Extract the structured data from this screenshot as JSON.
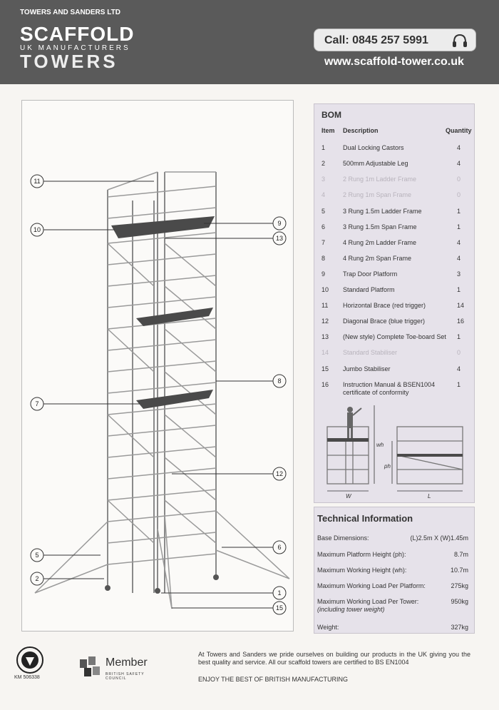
{
  "header": {
    "company": "TOWERS AND SANDERS LTD",
    "logo_line1": "SCAFFOLD",
    "logo_line2": "UK MANUFACTURERS",
    "logo_line3": "TOWERS",
    "call_text": "Call: 0845 257 5991",
    "website": "www.scaffold-tower.co.uk"
  },
  "drawing": {
    "callouts_left": [
      "11",
      "10",
      "7",
      "5",
      "2"
    ],
    "callouts_right": [
      "9",
      "13",
      "8",
      "12",
      "6",
      "1",
      "15"
    ]
  },
  "bom": {
    "title": "BOM",
    "col_item": "Item",
    "col_desc": "Description",
    "col_qty": "Quantity",
    "rows": [
      {
        "item": "1",
        "desc": "Dual Locking Castors",
        "qty": "4",
        "faded": false
      },
      {
        "item": "2",
        "desc": "500mm Adjustable Leg",
        "qty": "4",
        "faded": false
      },
      {
        "item": "3",
        "desc": "2 Rung 1m Ladder Frame",
        "qty": "0",
        "faded": true
      },
      {
        "item": "4",
        "desc": "2 Rung 1m Span Frame",
        "qty": "0",
        "faded": true
      },
      {
        "item": "5",
        "desc": "3 Rung 1.5m Ladder Frame",
        "qty": "1",
        "faded": false
      },
      {
        "item": "6",
        "desc": "3 Rung 1.5m Span Frame",
        "qty": "1",
        "faded": false
      },
      {
        "item": "7",
        "desc": "4 Rung 2m Ladder Frame",
        "qty": "4",
        "faded": false
      },
      {
        "item": "8",
        "desc": "4 Rung 2m Span Frame",
        "qty": "4",
        "faded": false
      },
      {
        "item": "9",
        "desc": "Trap Door Platform",
        "qty": "3",
        "faded": false
      },
      {
        "item": "10",
        "desc": "Standard Platform",
        "qty": "1",
        "faded": false
      },
      {
        "item": "11",
        "desc": "Horizontal Brace (red trigger)",
        "qty": "14",
        "faded": false
      },
      {
        "item": "12",
        "desc": "Diagonal Brace (blue trigger)",
        "qty": "16",
        "faded": false
      },
      {
        "item": "13",
        "desc": "(New style) Complete Toe-board Set",
        "qty": "1",
        "faded": false
      },
      {
        "item": "14",
        "desc": "Standard Stabiliser",
        "qty": "0",
        "faded": true
      },
      {
        "item": "15",
        "desc": "Jumbo Stabiliser",
        "qty": "4",
        "faded": false
      },
      {
        "item": "16",
        "desc": "Instruction Manual & BSEN1004 certificate of conformity",
        "qty": "1",
        "faded": false
      }
    ],
    "fig_labels": {
      "wh": "wh",
      "ph": "ph",
      "w": "W",
      "l": "L"
    }
  },
  "tech": {
    "title": "Technical Information",
    "rows": [
      {
        "label": "Base Dimensions:",
        "sub": "",
        "value": "(L)2.5m X (W)1.45m"
      },
      {
        "label": "Maximum Platform Height (ph):",
        "sub": "",
        "value": "8.7m"
      },
      {
        "label": "Maximum Working Height (wh):",
        "sub": "",
        "value": "10.7m"
      },
      {
        "label": "Maximum Working Load Per Platform:",
        "sub": "",
        "value": "275kg"
      },
      {
        "label": "Maximum Working Load Per Tower:",
        "sub": "(including tower weight)",
        "value": "950kg"
      },
      {
        "label": "Weight:",
        "sub": "",
        "value": "327kg"
      }
    ]
  },
  "footer": {
    "km": "KM 506338",
    "member": "Member",
    "bsc": "BRITISH SAFETY COUNCIL",
    "paragraph": "At Towers and Sanders we pride ourselves on building our products in the UK giving you the best quality and service. All our scaffold towers are certified to BS EN1004",
    "tagline": "ENJOY THE BEST OF BRITISH MANUFACTURING"
  },
  "colors": {
    "header_bg": "#5a5a5a",
    "panel_bg": "#e6e2ea",
    "platform": "#4a4a4a"
  }
}
